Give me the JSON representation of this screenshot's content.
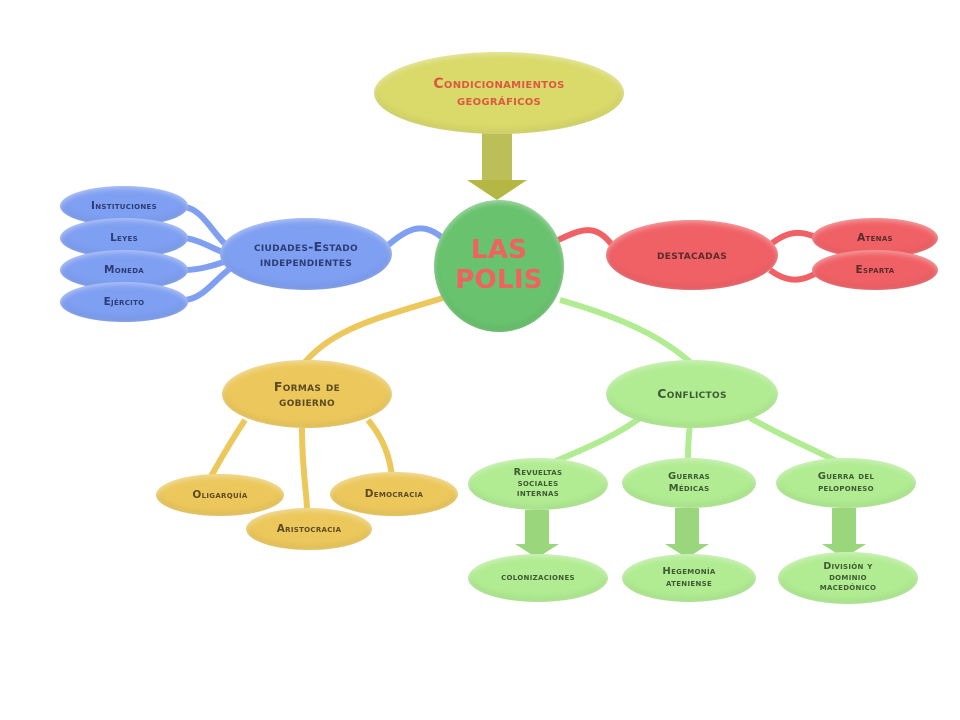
{
  "mindmap": {
    "center": {
      "label_line1": "LAS",
      "label_line2": "POLIS"
    },
    "top": {
      "line1": "Condicionamientos",
      "line2": "geográficos"
    },
    "left": {
      "hub_line1": "ciudades-Estado",
      "hub_line2": "independientes",
      "items": [
        "Instituciones",
        "Leyes",
        "Moneda",
        "Ejército"
      ]
    },
    "right": {
      "hub": "destacadas",
      "items": [
        "Atenas",
        "Esparta"
      ]
    },
    "government": {
      "hub_line1": "Formas de",
      "hub_line2": "gobierno",
      "oligarquia": "Oligarquía",
      "aristocracia": "Aristocracia",
      "democracia": "Democracia"
    },
    "conflicts": {
      "hub": "Conflictos",
      "revueltas": [
        "Revueltas",
        "sociales",
        "internas"
      ],
      "guerras_medicas": [
        "Guerras",
        "Médicas"
      ],
      "peloponeso": [
        "Guerra del",
        "peloponeso"
      ],
      "colonizaciones": "colonizaciones",
      "hegemonia": [
        "Hegemonía",
        "ateniense"
      ],
      "division": [
        "División y",
        "dominio",
        "macedónico"
      ]
    },
    "colors": {
      "blue": "#7f9ff2",
      "red": "#f06166",
      "yellow": "#ecc85c",
      "green": "#b1ec92",
      "olive": "#d9da6a",
      "center": "#69c26e",
      "center_text": "#f06160",
      "top_text": "#dd5842"
    }
  }
}
